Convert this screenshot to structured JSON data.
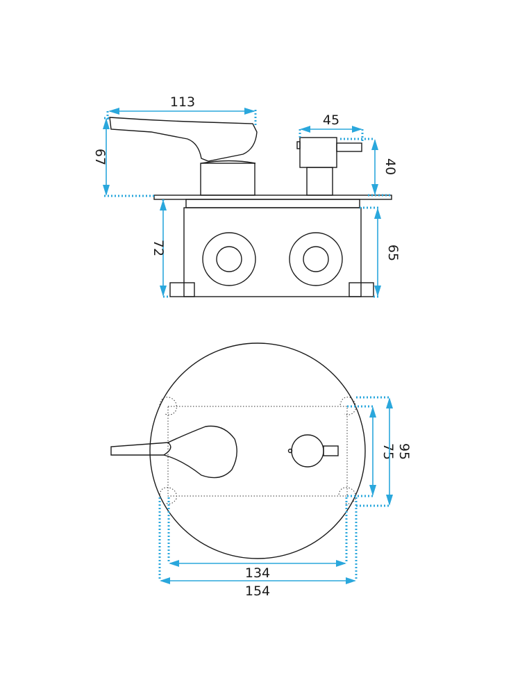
{
  "colors": {
    "outline": "#1a1a1a",
    "dimension": "#2aa7dc"
  },
  "side_view": {
    "lever_length": "113",
    "lever_height": "67",
    "knob_width": "45",
    "knob_height": "40",
    "box_depth": "72",
    "box_inner_depth": "65"
  },
  "front_view": {
    "mount_spacing_width": "134",
    "plate_diameter": "154",
    "mount_spacing_height": "75",
    "outer_height": "95"
  }
}
